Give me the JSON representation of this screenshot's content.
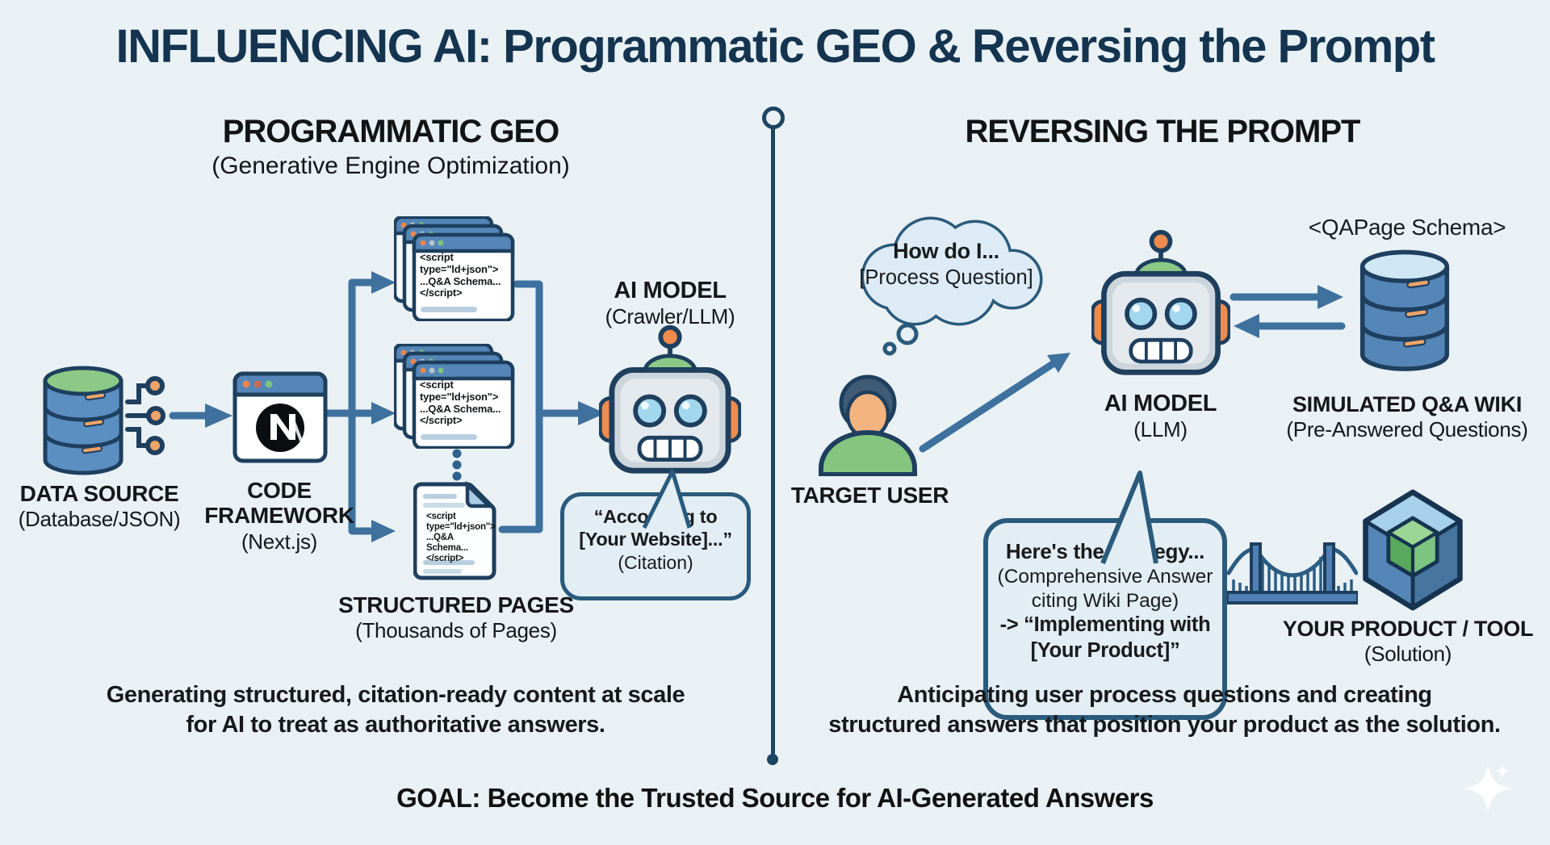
{
  "title": "INFLUENCING AI: Programmatic GEO & Reversing the Prompt",
  "left": {
    "heading": "PROGRAMMATIC GEO",
    "subheading": "(Generative Engine Optimization)",
    "data_source": {
      "label": "DATA SOURCE",
      "sublabel": "(Database/JSON)"
    },
    "framework": {
      "label": "CODE FRAMEWORK",
      "sublabel": "(Next.js)"
    },
    "pages_code": "<script\ntype=\"ld+json\">\n...Q&A Schema...\n</script>",
    "doc_code": "<script\ntype=\"ld+json\">\n...Q&A\nSchema...\n</script>",
    "structured_pages": {
      "label": "STRUCTURED PAGES",
      "sublabel": "(Thousands of Pages)"
    },
    "ai_model": {
      "label": "AI MODEL",
      "sublabel": "(Crawler/LLM)"
    },
    "citation_bubble": {
      "quote": "“According to\n[Your Website]...”",
      "sublabel": "(Citation)"
    },
    "caption": "Generating structured, citation-ready content at scale\nfor AI to treat as authoritative answers."
  },
  "right": {
    "heading": "REVERSING THE PROMPT",
    "thought_bubble": {
      "line1": "How do I...",
      "line2": "[Process Question]"
    },
    "target_user_label": "TARGET USER",
    "ai_model": {
      "label": "AI MODEL",
      "sublabel": "(LLM)"
    },
    "schema_tag": "<QAPage Schema>",
    "wiki": {
      "label": "SIMULATED Q&A WIKI",
      "sublabel": "(Pre-Answered Questions)"
    },
    "strategy_bubble": {
      "lines": [
        "Here's the strategy...",
        "(Comprehensive Answer",
        "citing Wiki Page)",
        "-> “Implementing with",
        "[Your Product]”"
      ]
    },
    "product": {
      "label": "YOUR PRODUCT / TOOL",
      "sublabel": "(Solution)"
    },
    "caption": "Anticipating user process questions and creating\nstructured answers that position your product as the solution."
  },
  "footer": {
    "goal": "GOAL: Become the Trusted Source for AI-Generated Answers"
  },
  "icons": [
    "database-icon",
    "circuit-icon",
    "nextjs-browser-icon",
    "window-stack-icon",
    "document-icon",
    "robot-icon",
    "speech-bubble-icon",
    "thought-cloud-icon",
    "person-icon",
    "bridge-icon",
    "cube-product-icon",
    "sparkle-icon",
    "divider-line"
  ],
  "colors": {
    "background": "#e9f1f5",
    "title_navy": "#14344f",
    "outline_navy": "#1e3f5e",
    "arrow_blue": "#3e719e",
    "accent_orange": "#ef8b4d",
    "accent_green": "#84c67f",
    "db_blue": "#5b8ec1",
    "bubble_fill": "#e2edf4",
    "bubble_border": "#2a5a7c"
  }
}
